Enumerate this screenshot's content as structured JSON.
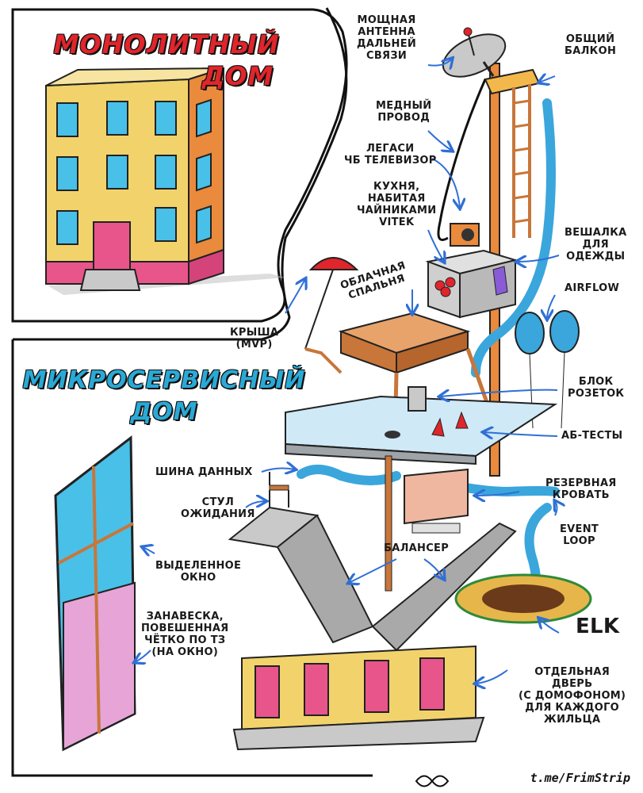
{
  "titles": {
    "monolith": [
      "МОНОЛИТНЫЙ",
      "ДОМ"
    ],
    "micro": [
      "МИКРОСЕРВИСНЫЙ",
      "ДОМ"
    ]
  },
  "labels": {
    "antenna": [
      "МОЩНАЯ",
      "АНТЕННА",
      "ДАЛЬНЕЙ",
      "СВЯЗИ"
    ],
    "balcony": [
      "ОБЩИЙ",
      "БАЛКОН"
    ],
    "copper": [
      "МЕДНЫЙ",
      "ПРОВОД"
    ],
    "tv": [
      "ЛЕГАСИ",
      "ЧБ ТЕЛЕВИЗОР"
    ],
    "kitchen": [
      "КУХНЯ,",
      "НАБИТАЯ",
      "ЧАЙНИКАМИ",
      "VITEK"
    ],
    "hanger": [
      "ВЕШАЛКА",
      "ДЛЯ",
      "ОДЕЖДЫ"
    ],
    "airflow": "AIRFLOW",
    "cloud_bedroom": [
      "ОБЛАЧНАЯ",
      "СПАЛЬНЯ"
    ],
    "roof": [
      "КРЫША",
      "(MVP)"
    ],
    "sockets": [
      "БЛОК",
      "РОЗЕТОК"
    ],
    "abtests": "АБ-ТЕСТЫ",
    "databus": "ШИНА ДАННЫХ",
    "reserve_bed": [
      "РЕЗЕРВНАЯ",
      "КРОВАТЬ"
    ],
    "wait_chair": [
      "СТУЛ",
      "ОЖИДАНИЯ"
    ],
    "event_loop": [
      "EVENT",
      "LOOP"
    ],
    "balancer": "БАЛАНСЕР",
    "window": [
      "ВЫДЕЛЕННОЕ",
      "ОКНО"
    ],
    "elk": "ELK",
    "curtain": [
      "ЗАНАВЕСКА,",
      "ПОВЕШЕННАЯ",
      "ЧЁТКО ПО ТЗ",
      "(НА ОКНО)"
    ],
    "door": [
      "ОТДЕЛЬНАЯ",
      "ДВЕРЬ",
      "(С ДОМОФОНОМ)",
      "ДЛЯ КАЖДОГО",
      "ЖИЛЬЦА"
    ]
  },
  "footer": "t.me/FrimStrip",
  "colors": {
    "monolith_title": "#e0252b",
    "micro_title": "#2aa9d6",
    "arrow": "#2f6fd6",
    "wall_yellow": "#f2d36b",
    "wall_orange": "#e98a3c",
    "wall_pink": "#e8558a",
    "window_blue": "#49c0e8",
    "pipe_blue": "#3aa6dc",
    "platform_blue": "#cfe9f7",
    "wood": "#c8763a"
  },
  "icons": [
    "satellite-dish-icon",
    "umbrella-icon",
    "balloon-icon",
    "chair-icon",
    "infinity-icon"
  ]
}
